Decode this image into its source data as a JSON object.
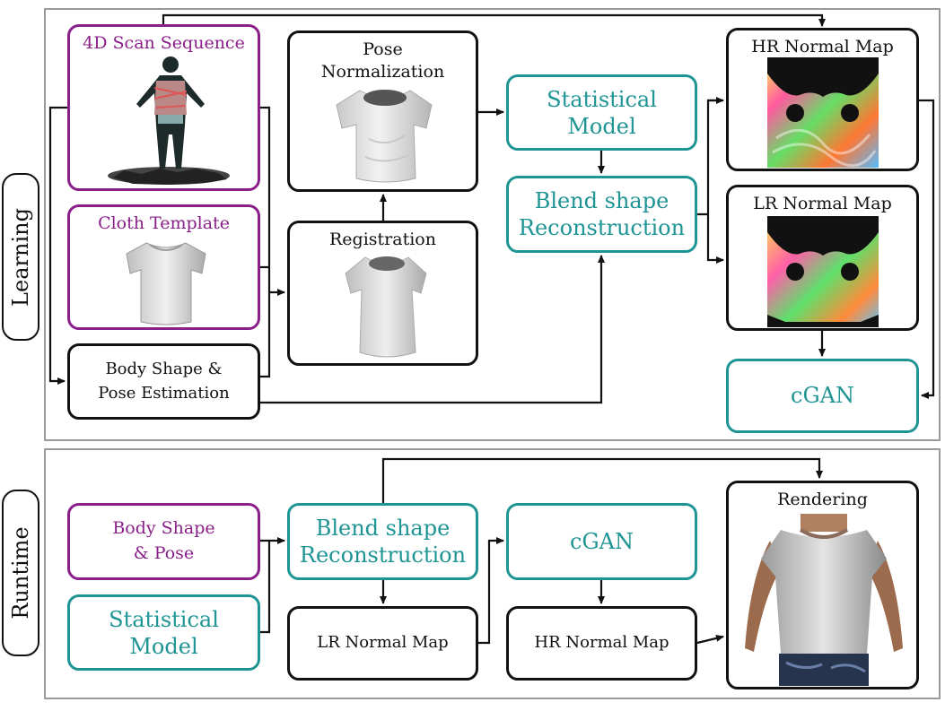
{
  "sections": {
    "learning_label": "Learning",
    "runtime_label": "Runtime"
  },
  "learning": {
    "scan_sequence": "4D Scan Sequence",
    "cloth_template": "Cloth Template",
    "body_shape_pose_estimation": "Body Shape &\nPose Estimation",
    "pose_normalization": "Pose\nNormalization",
    "registration": "Registration",
    "statistical_model": "Statistical\nModel",
    "blend_shape_reconstruction": "Blend shape\nReconstruction",
    "hr_normal_map": "HR Normal Map",
    "lr_normal_map": "LR Normal Map",
    "cgan": "cGAN"
  },
  "runtime": {
    "body_shape_pose": "Body Shape\n& Pose",
    "statistical_model": "Statistical\nModel",
    "blend_shape_reconstruction": "Blend shape\nReconstruction",
    "lr_normal_map": "LR Normal Map",
    "cgan": "cGAN",
    "hr_normal_map": "HR Normal Map",
    "rendering": "Rendering"
  },
  "colors": {
    "input_purple": "#8a1f8a",
    "model_teal": "#1f9494",
    "stroke": "#111111",
    "panel_border": "#9a9a9a"
  }
}
